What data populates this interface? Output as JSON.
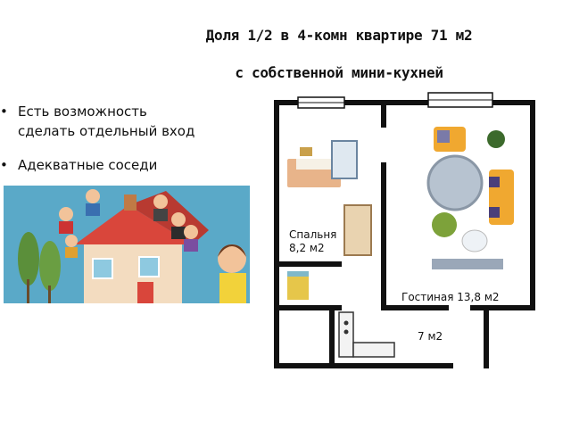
{
  "header": {
    "line1": "Доля 1/2 в 4-комн квартире 71 м2",
    "line2": "с собственной мини-кухней"
  },
  "features": [
    {
      "text_line1": "Есть возможность",
      "text_line2": "сделать отдельный вход",
      "icon": "bullet-dot"
    },
    {
      "text_line1": "Адекватные соседи",
      "icon": "bullet-dot"
    }
  ],
  "floorplan": {
    "bedroom": {
      "name": "Спальня",
      "area": "8,2 м2"
    },
    "living": {
      "label": "Гостиная 13,8 м2"
    },
    "kitchen": {
      "area": "7 м2"
    }
  },
  "colors": {
    "wall": "#111111",
    "sky": "#5aa9c8",
    "roof": "#d9463b",
    "house": "#f3dcc0",
    "tree": "#5b8f3a",
    "sofa": "#f0a830",
    "rug": "#9aa7b8"
  }
}
